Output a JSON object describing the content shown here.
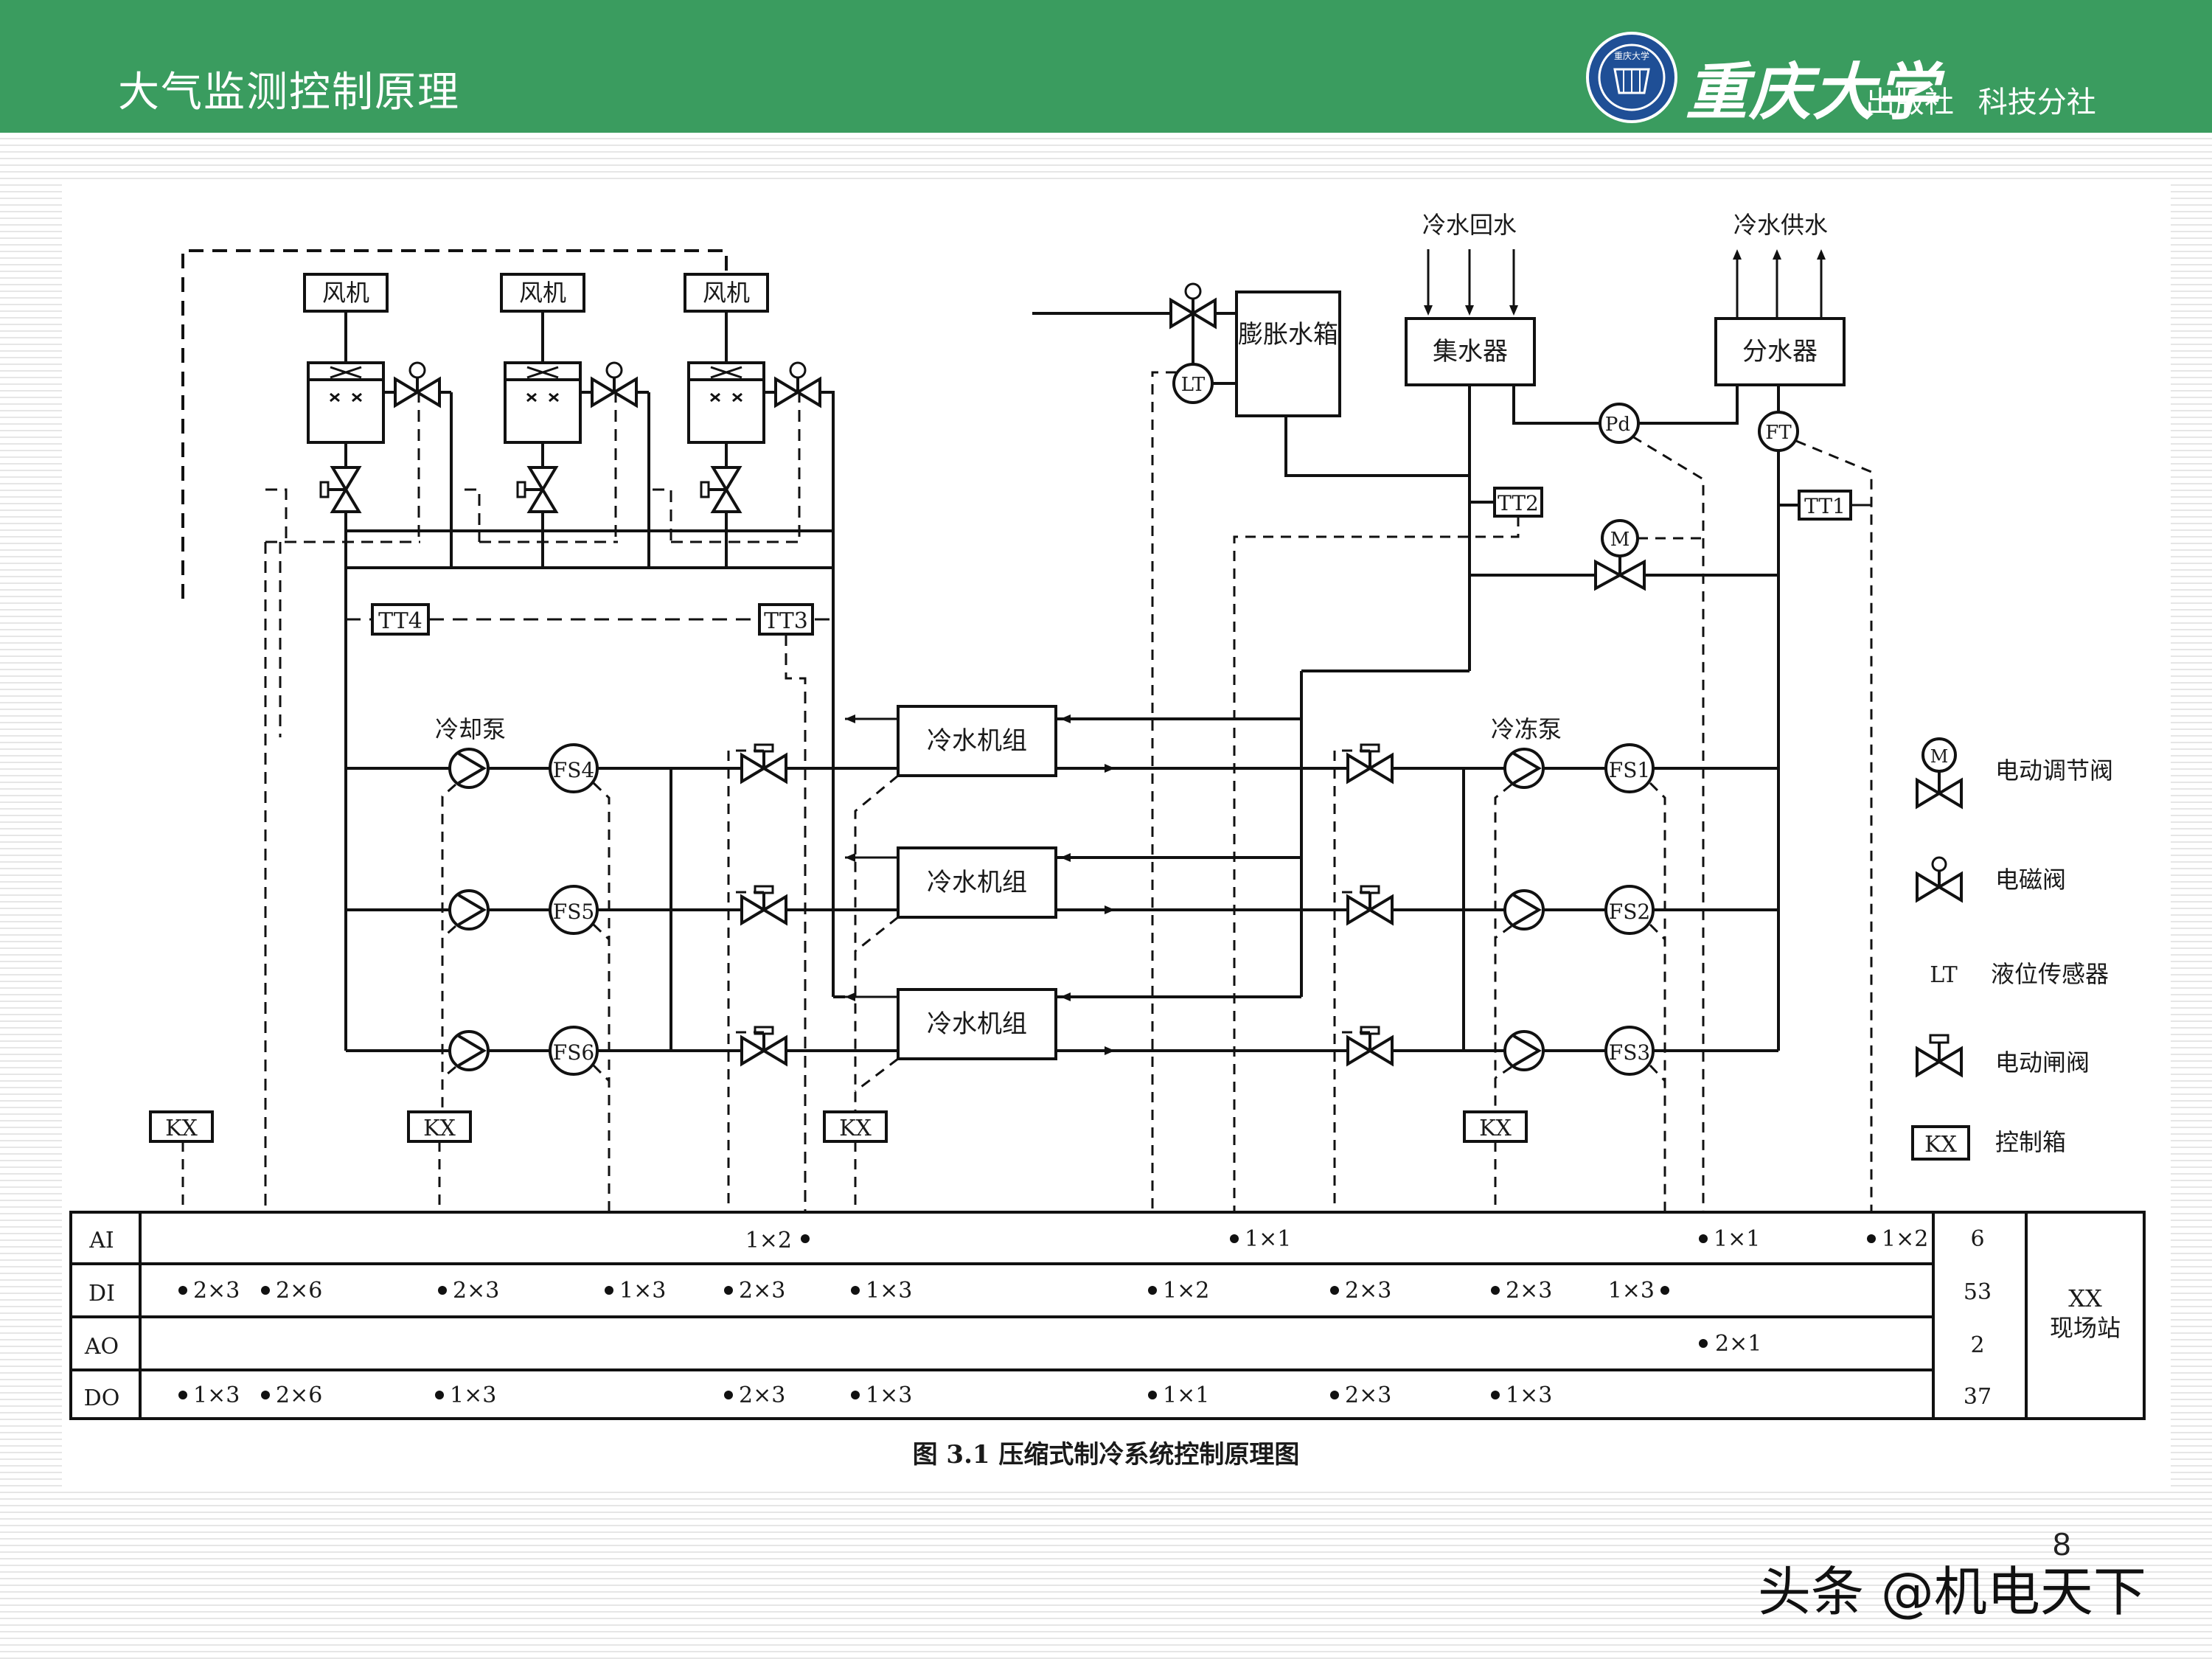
{
  "header": {
    "title": "大气监测控制原理",
    "logo_name": "重庆大学",
    "publisher": "出版社 科技分社",
    "seal_text": "重庆大学",
    "background_color": "#3a9c5f"
  },
  "diagram": {
    "top_labels": {
      "return_water": "冷水回水",
      "supply_water": "冷水供水"
    },
    "fans": [
      "风机",
      "风机",
      "风机"
    ],
    "expansion_tank": "膨胀水箱",
    "collector": "集水器",
    "distributor": "分水器",
    "sensors": {
      "lt": "LT",
      "pd": "Pd",
      "ft": "FT",
      "tt1": "TT1",
      "tt2": "TT2",
      "tt3": "TT3",
      "tt4": "TT4",
      "m": "M"
    },
    "cooling_pump_label": "冷却泵",
    "chilled_pump_label": "冷冻泵",
    "chillers": [
      "冷水机组",
      "冷水机组",
      "冷水机组"
    ],
    "cooling_flow_switches": [
      "FS4",
      "FS5",
      "FS6"
    ],
    "chilled_flow_switches": [
      "FS1",
      "FS2",
      "FS3"
    ],
    "control_boxes": [
      "KX",
      "KX",
      "KX",
      "KX"
    ],
    "legend": [
      {
        "icon": "motorized-regulating-valve-icon",
        "label": "电动调节阀"
      },
      {
        "icon": "solenoid-valve-icon",
        "label": "电磁阀"
      },
      {
        "icon": "LT",
        "label": "液位传感器"
      },
      {
        "icon": "electric-gate-valve-icon",
        "label": "电动闸阀"
      },
      {
        "icon": "KX",
        "label": "控制箱"
      }
    ],
    "io_table": {
      "rows": [
        "AI",
        "DI",
        "AO",
        "DO"
      ],
      "totals": [
        "6",
        "53",
        "2",
        "37"
      ],
      "station": [
        "XX",
        "现场站"
      ],
      "entries": {
        "ai": [
          "1×2",
          "1×1",
          "1×1",
          "1×2"
        ],
        "di": [
          "2×3",
          "2×6",
          "2×3",
          "1×3",
          "2×3",
          "1×3",
          "1×2",
          "2×3",
          "2×3",
          "1×3"
        ],
        "ao": [
          "2×1"
        ],
        "do": [
          "1×3",
          "2×6",
          "1×3",
          "2×3",
          "1×3",
          "1×1",
          "2×3",
          "1×3"
        ]
      }
    },
    "caption": "图 3.1 压缩式制冷系统控制原理图"
  },
  "page_number": "8",
  "watermark": "头条 @机电天下"
}
